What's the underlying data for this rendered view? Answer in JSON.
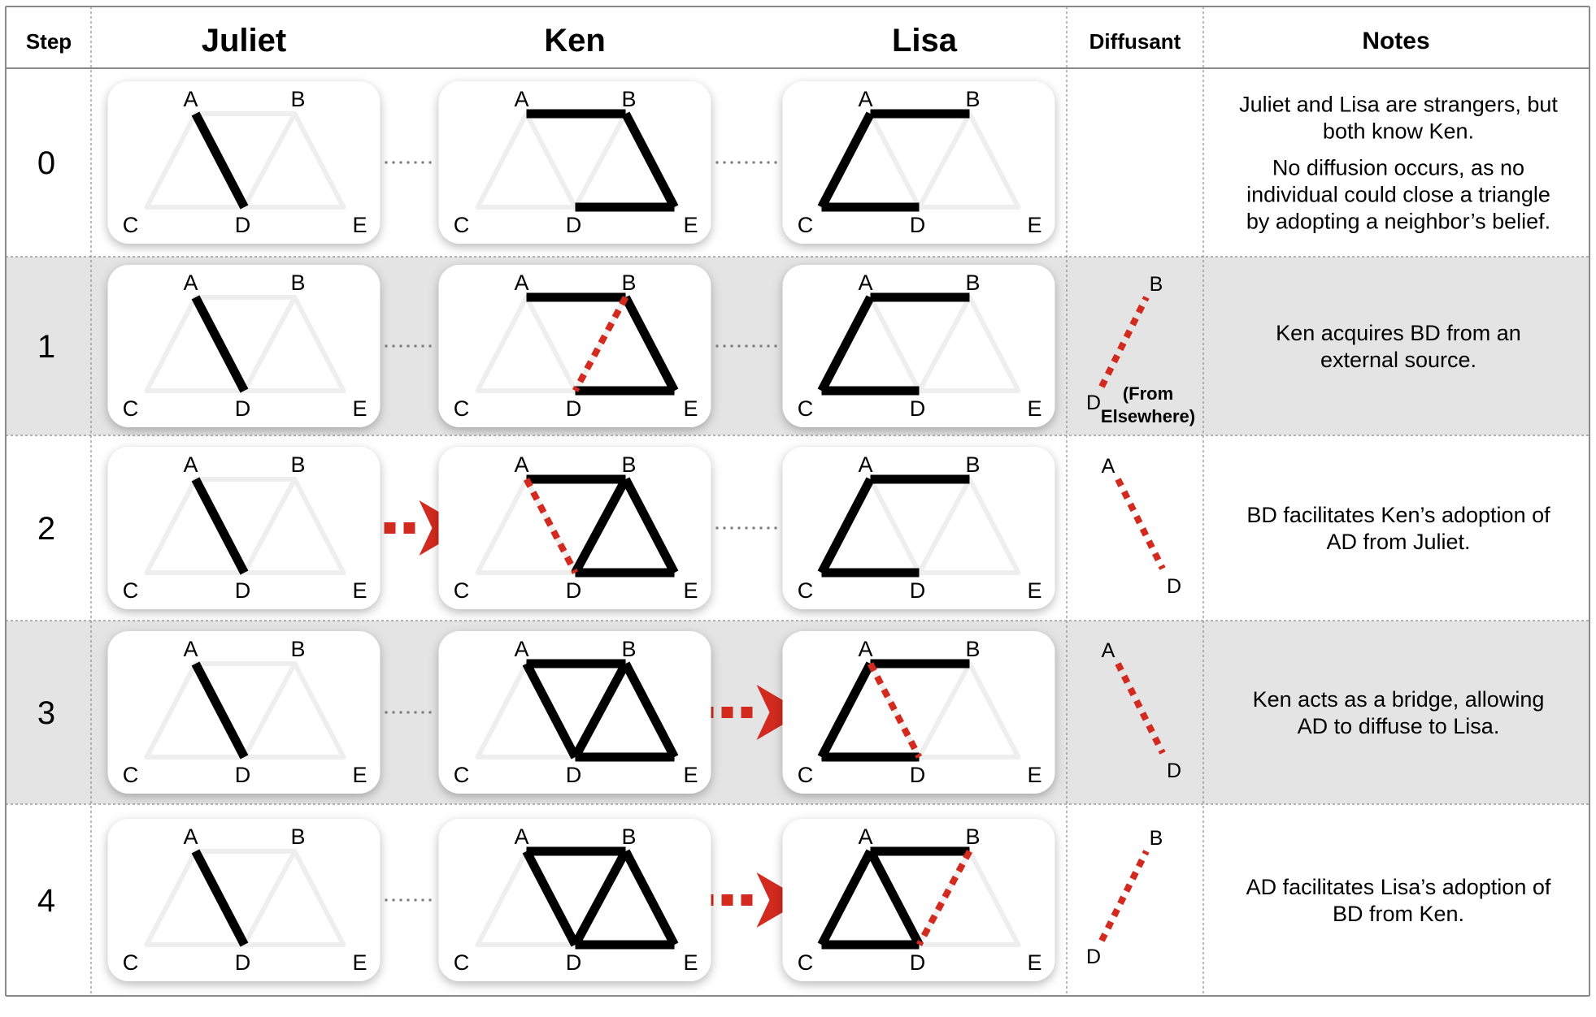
{
  "headers": {
    "step": "Step",
    "juliet": "Juliet",
    "ken": "Ken",
    "lisa": "Lisa",
    "diffusant": "Diffusant",
    "notes": "Notes"
  },
  "colors": {
    "edge": "#000000",
    "faint_edge": "#eeeeee",
    "diffusant": "#d22a1e",
    "row_shade": "#e4e4e4",
    "grid": "#8a8a8a",
    "card": "#ffffff"
  },
  "node_labels": [
    "A",
    "B",
    "C",
    "D",
    "E"
  ],
  "rows": [
    {
      "step": "0",
      "juliet": {
        "edges": [
          "AD"
        ],
        "new_edges": []
      },
      "ken": {
        "edges": [
          "AB",
          "BE",
          "DE"
        ],
        "new_edges": []
      },
      "lisa": {
        "edges": [
          "AB",
          "AC",
          "CD"
        ],
        "new_edges": []
      },
      "connectors": [
        "dotted",
        "dotted"
      ],
      "diffusant": null,
      "notes": [
        [
          "Juliet and Lisa are strangers, but",
          "both know Ken."
        ],
        [
          "No diffusion occurs, as no",
          "individual could close a triangle",
          "by adopting a neighbor’s belief."
        ]
      ]
    },
    {
      "step": "1",
      "juliet": {
        "edges": [
          "AD"
        ],
        "new_edges": []
      },
      "ken": {
        "edges": [
          "AB",
          "BE",
          "DE"
        ],
        "new_edges": [
          "BD"
        ]
      },
      "lisa": {
        "edges": [
          "AB",
          "AC",
          "CD"
        ],
        "new_edges": []
      },
      "connectors": [
        "dotted",
        "dotted"
      ],
      "diffusant": {
        "edge": "BD",
        "from": "D",
        "to": "B",
        "note": [
          "(From",
          "Elsewhere)"
        ]
      },
      "notes": [
        [
          "Ken acquires BD from an",
          "external source."
        ]
      ]
    },
    {
      "step": "2",
      "juliet": {
        "edges": [
          "AD"
        ],
        "new_edges": []
      },
      "ken": {
        "edges": [
          "AB",
          "BD",
          "BE",
          "DE"
        ],
        "new_edges": [
          "AD"
        ]
      },
      "lisa": {
        "edges": [
          "AB",
          "AC",
          "CD"
        ],
        "new_edges": []
      },
      "connectors": [
        "arrow",
        "dotted"
      ],
      "diffusant": {
        "edge": "AD",
        "from": "A",
        "to": "D",
        "note": []
      },
      "notes": [
        [
          "BD facilitates Ken’s adoption of",
          "AD from Juliet."
        ]
      ]
    },
    {
      "step": "3",
      "juliet": {
        "edges": [
          "AD"
        ],
        "new_edges": []
      },
      "ken": {
        "edges": [
          "AB",
          "AD",
          "BD",
          "BE",
          "DE"
        ],
        "new_edges": []
      },
      "lisa": {
        "edges": [
          "AB",
          "AC",
          "CD"
        ],
        "new_edges": [
          "AD"
        ]
      },
      "connectors": [
        "dotted",
        "arrow"
      ],
      "diffusant": {
        "edge": "AD",
        "from": "A",
        "to": "D",
        "note": []
      },
      "notes": [
        [
          "Ken acts as a bridge, allowing",
          "AD to diffuse to Lisa."
        ]
      ]
    },
    {
      "step": "4",
      "juliet": {
        "edges": [
          "AD"
        ],
        "new_edges": []
      },
      "ken": {
        "edges": [
          "AB",
          "AD",
          "BD",
          "BE",
          "DE"
        ],
        "new_edges": []
      },
      "lisa": {
        "edges": [
          "AB",
          "AC",
          "AD",
          "CD"
        ],
        "new_edges": [
          "BD"
        ]
      },
      "connectors": [
        "dotted",
        "arrow"
      ],
      "diffusant": {
        "edge": "BD",
        "from": "D",
        "to": "B",
        "note": []
      },
      "notes": [
        [
          "AD facilitates Lisa’s adoption of",
          "BD from Ken."
        ]
      ]
    }
  ]
}
